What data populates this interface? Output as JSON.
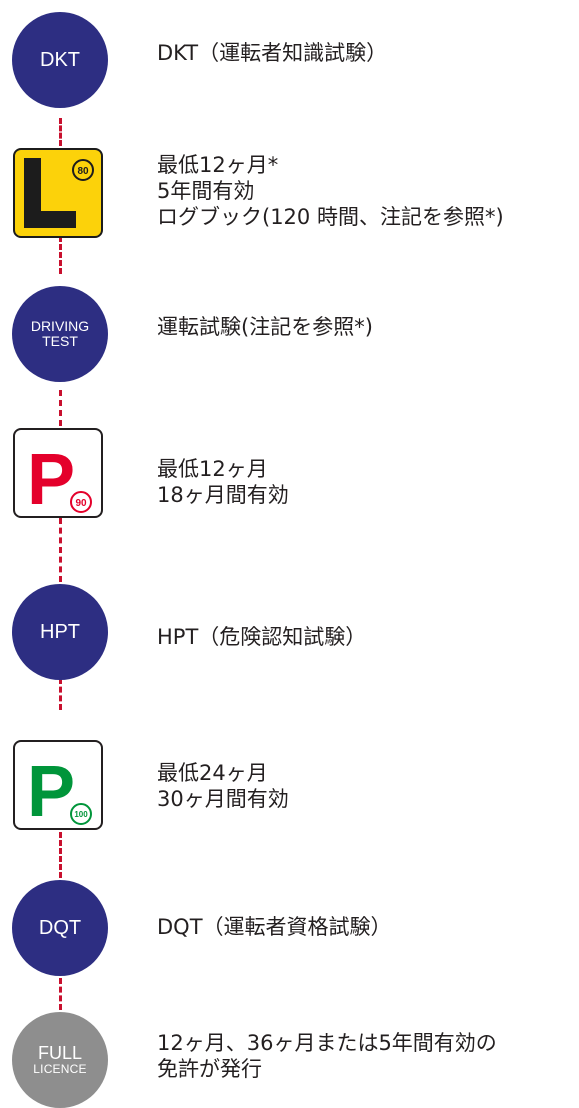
{
  "steps": [
    {
      "badge": "DKT",
      "lines": [
        "DKT（運転者知識試験）"
      ]
    },
    {
      "badge_number": "80",
      "badge_letter": "L",
      "lines": [
        "最低12ヶ月*",
        "5年間有効",
        "ログブック(120 時間、注記を参照*)"
      ]
    },
    {
      "badge_line1": "DRIVING",
      "badge_line2": "TEST",
      "lines": [
        "運転試験(注記を参照*)"
      ]
    },
    {
      "badge_number": "90",
      "badge_letter": "P",
      "lines": [
        "最低12ヶ月",
        "18ヶ月間有効"
      ]
    },
    {
      "badge": "HPT",
      "lines": [
        "HPT（危険認知試験）"
      ]
    },
    {
      "badge_number": "100",
      "badge_letter": "P",
      "lines": [
        "最低24ヶ月",
        "30ヶ月間有効"
      ]
    },
    {
      "badge": "DQT",
      "lines": [
        "DQT（運転者資格試験）"
      ]
    },
    {
      "badge_line1": "FULL",
      "badge_line2": "LICENCE",
      "lines": [
        "12ヶ月、36ヶ月または5年間有効の",
        "免許が発行"
      ]
    }
  ],
  "colors": {
    "navy": "#2d2e82",
    "connector": "#c8102e",
    "l_plate_bg": "#fcd20a",
    "p_red": "#e4002b",
    "p_green": "#00953a",
    "full_grey": "#8e8e8e"
  }
}
